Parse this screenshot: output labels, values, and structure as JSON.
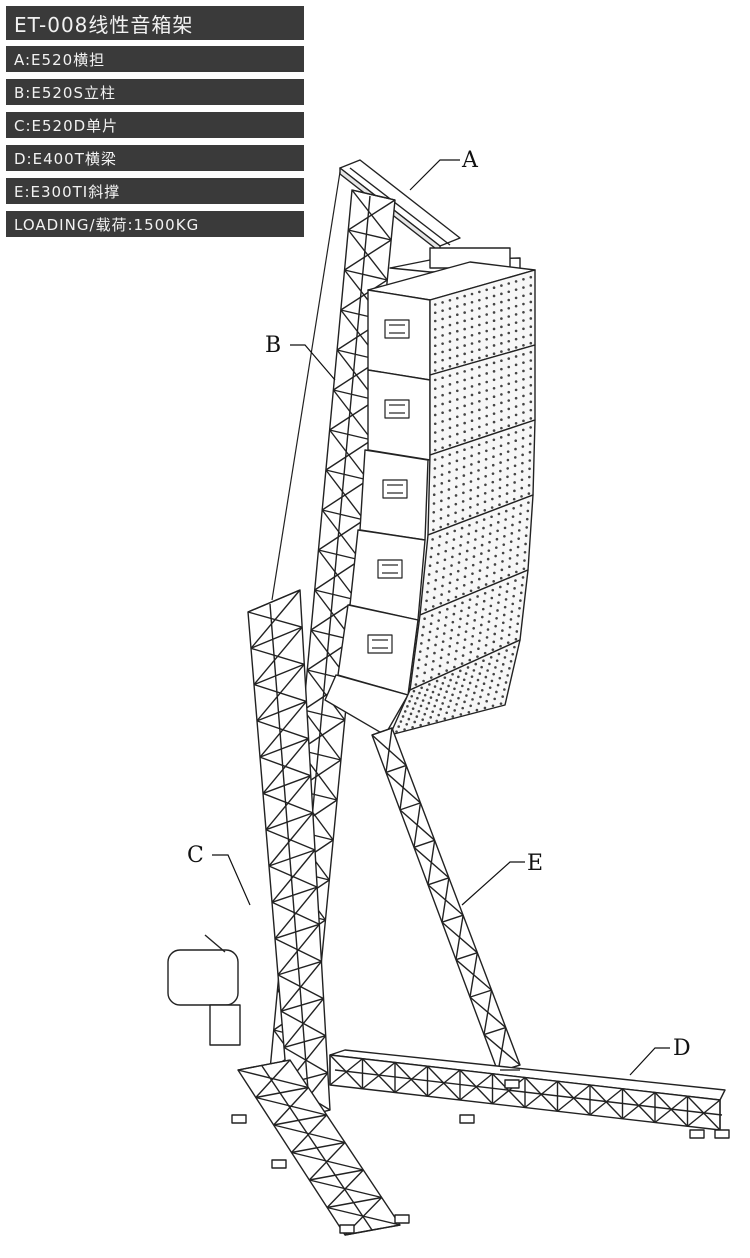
{
  "spec_table": {
    "title": "ET-008线性音箱架",
    "rows": [
      "A:E520横担",
      "B:E520S立柱",
      "C:E520D单片",
      "D:E400T横梁",
      "E:E300TI斜撑",
      "LOADING/载荷:1500KG"
    ]
  },
  "callouts": {
    "a": "A",
    "b": "B",
    "c": "C",
    "d": "D",
    "e": "E"
  }
}
